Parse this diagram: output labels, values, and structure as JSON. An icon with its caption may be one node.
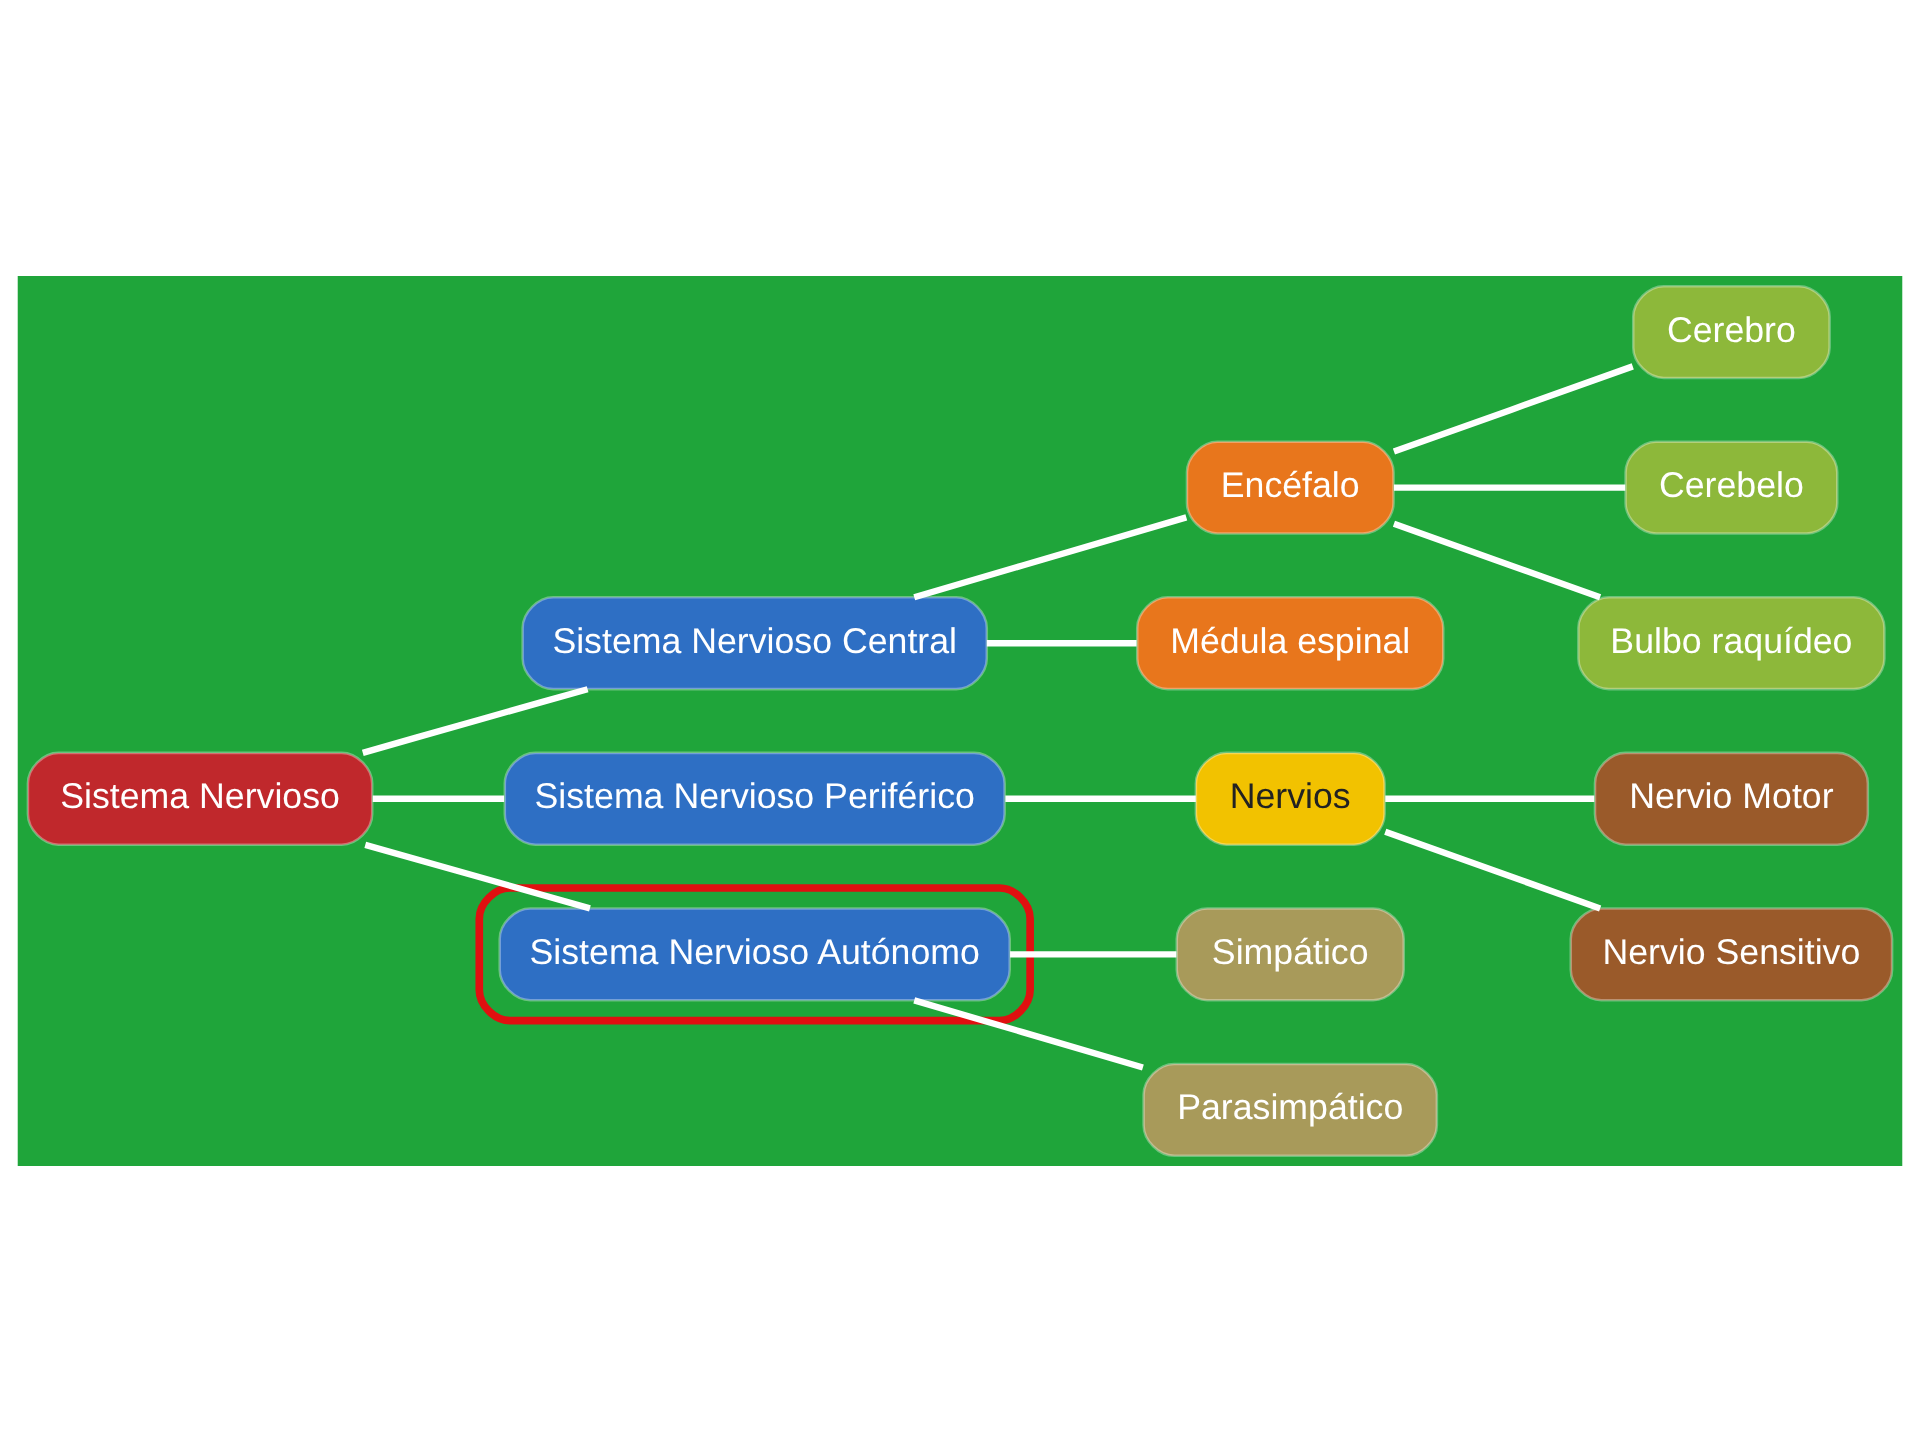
{
  "diagram": {
    "nodes": [
      {
        "text": [
          "Sistema Nervioso"
        ]
      },
      {
        "text": [
          "Sistema Nervioso Central"
        ]
      },
      {
        "text": [
          "Sistema Nervioso Periférico"
        ]
      },
      {
        "text": [],
        "shape": "ellipse"
      },
      {
        "text": [
          "Sistema Nervioso Autónomo"
        ],
        "in": 3
      },
      {
        "text": [
          "Encéfalo"
        ]
      },
      {
        "text": [
          "Médula espinal"
        ]
      },
      {
        "text": [
          "Nervios"
        ]
      },
      {
        "text": [
          "Simpático"
        ]
      },
      {
        "text": [
          "Parasimpático"
        ]
      },
      {
        "text": [
          "Cerebro"
        ]
      },
      {
        "text": [
          "Cerebelo"
        ]
      },
      {
        "text": [
          "Bulbo raquídeo"
        ]
      },
      {
        "text": [
          "Nervio Motor"
        ]
      },
      {
        "text": [
          "Nervio Sensitivo"
        ]
      }
    ],
    "edges": [
      {
        "from": 0,
        "to": 1,
        "arrow": "none"
      },
      {
        "from": 0,
        "to": 2,
        "arrow": "none"
      },
      {
        "from": 0,
        "to": 4,
        "arrow": "none"
      },
      {
        "from": 1,
        "to": 5,
        "arrow": "none"
      },
      {
        "from": 1,
        "to": 6,
        "arrow": "none"
      },
      {
        "from": 5,
        "to": 10,
        "arrow": "none"
      },
      {
        "from": 5,
        "to": 11,
        "arrow": "none"
      },
      {
        "from": 5,
        "to": 12,
        "arrow": "none"
      },
      {
        "from": 2,
        "to": 7,
        "arrow": "none"
      },
      {
        "from": 7,
        "to": 13,
        "arrow": "none"
      },
      {
        "from": 7,
        "to": 14,
        "arrow": "none"
      },
      {
        "from": 4,
        "to": 8,
        "arrow": "none"
      },
      {
        "from": 4,
        "to": 9,
        "arrow": "none"
      }
    ]
  }
}
